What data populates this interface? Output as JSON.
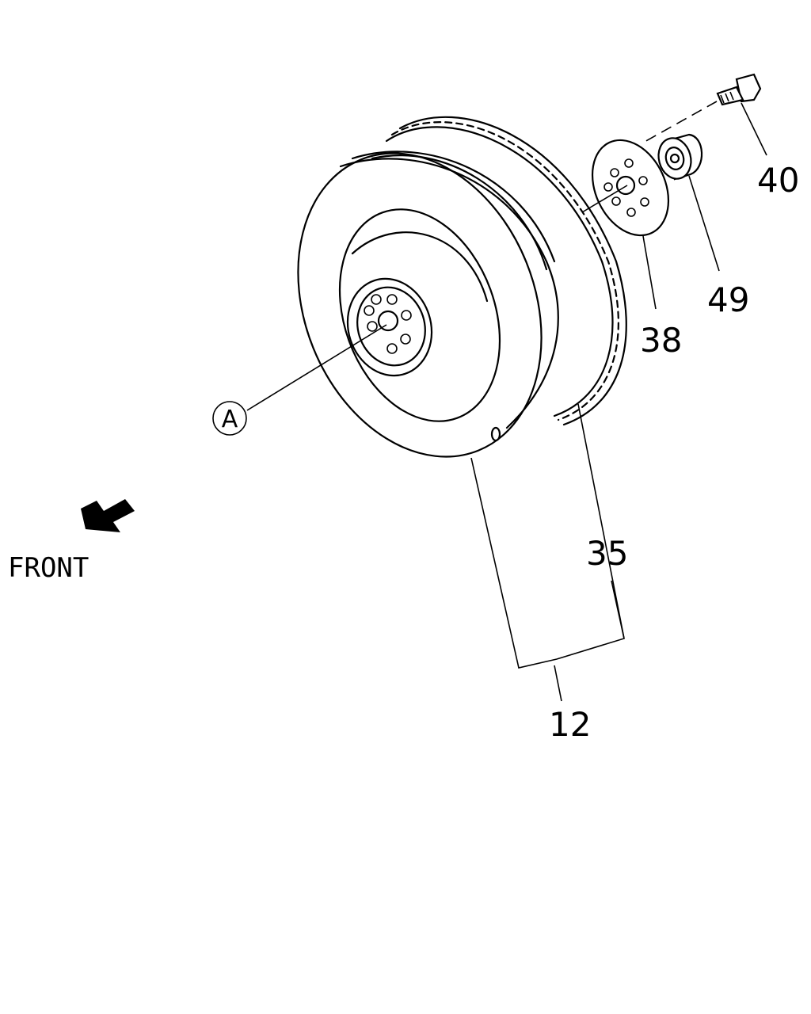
{
  "callouts": {
    "p40": "40",
    "p49": "49",
    "p38": "38",
    "p35": "35",
    "p12": "12"
  },
  "reference_marker": "A",
  "direction_label": "FRONT",
  "icons": {
    "direction_arrow": "arrow-down-left-icon"
  }
}
